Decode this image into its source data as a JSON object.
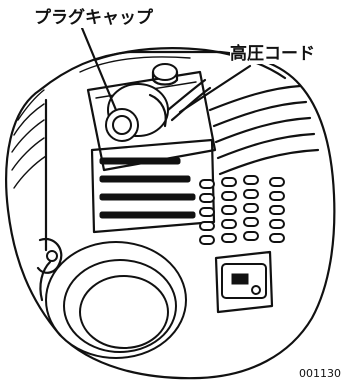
{
  "labels": {
    "spark_plug_cap": "プラグキャップ",
    "high_voltage_cord": "高圧コード"
  },
  "figure_id": "001130",
  "colors": {
    "ink": "#111111",
    "background": "#ffffff"
  }
}
